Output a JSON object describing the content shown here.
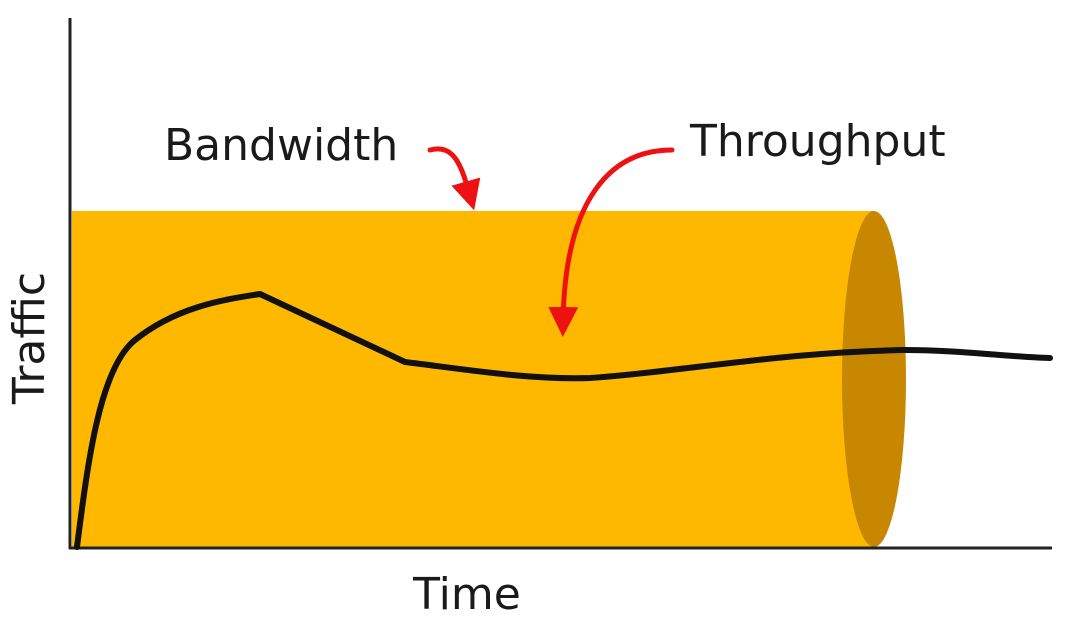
{
  "axes": {
    "x_label": "Time",
    "y_label": "Traffic"
  },
  "annotations": {
    "bandwidth_label": "Bandwidth",
    "throughput_label": "Throughput"
  },
  "colors": {
    "pipe_body": "#FFB800",
    "pipe_end": "#C78700",
    "curve": "#111111",
    "arrow": "#EE1111",
    "axis": "#222222",
    "text": "#1a1a1a"
  }
}
